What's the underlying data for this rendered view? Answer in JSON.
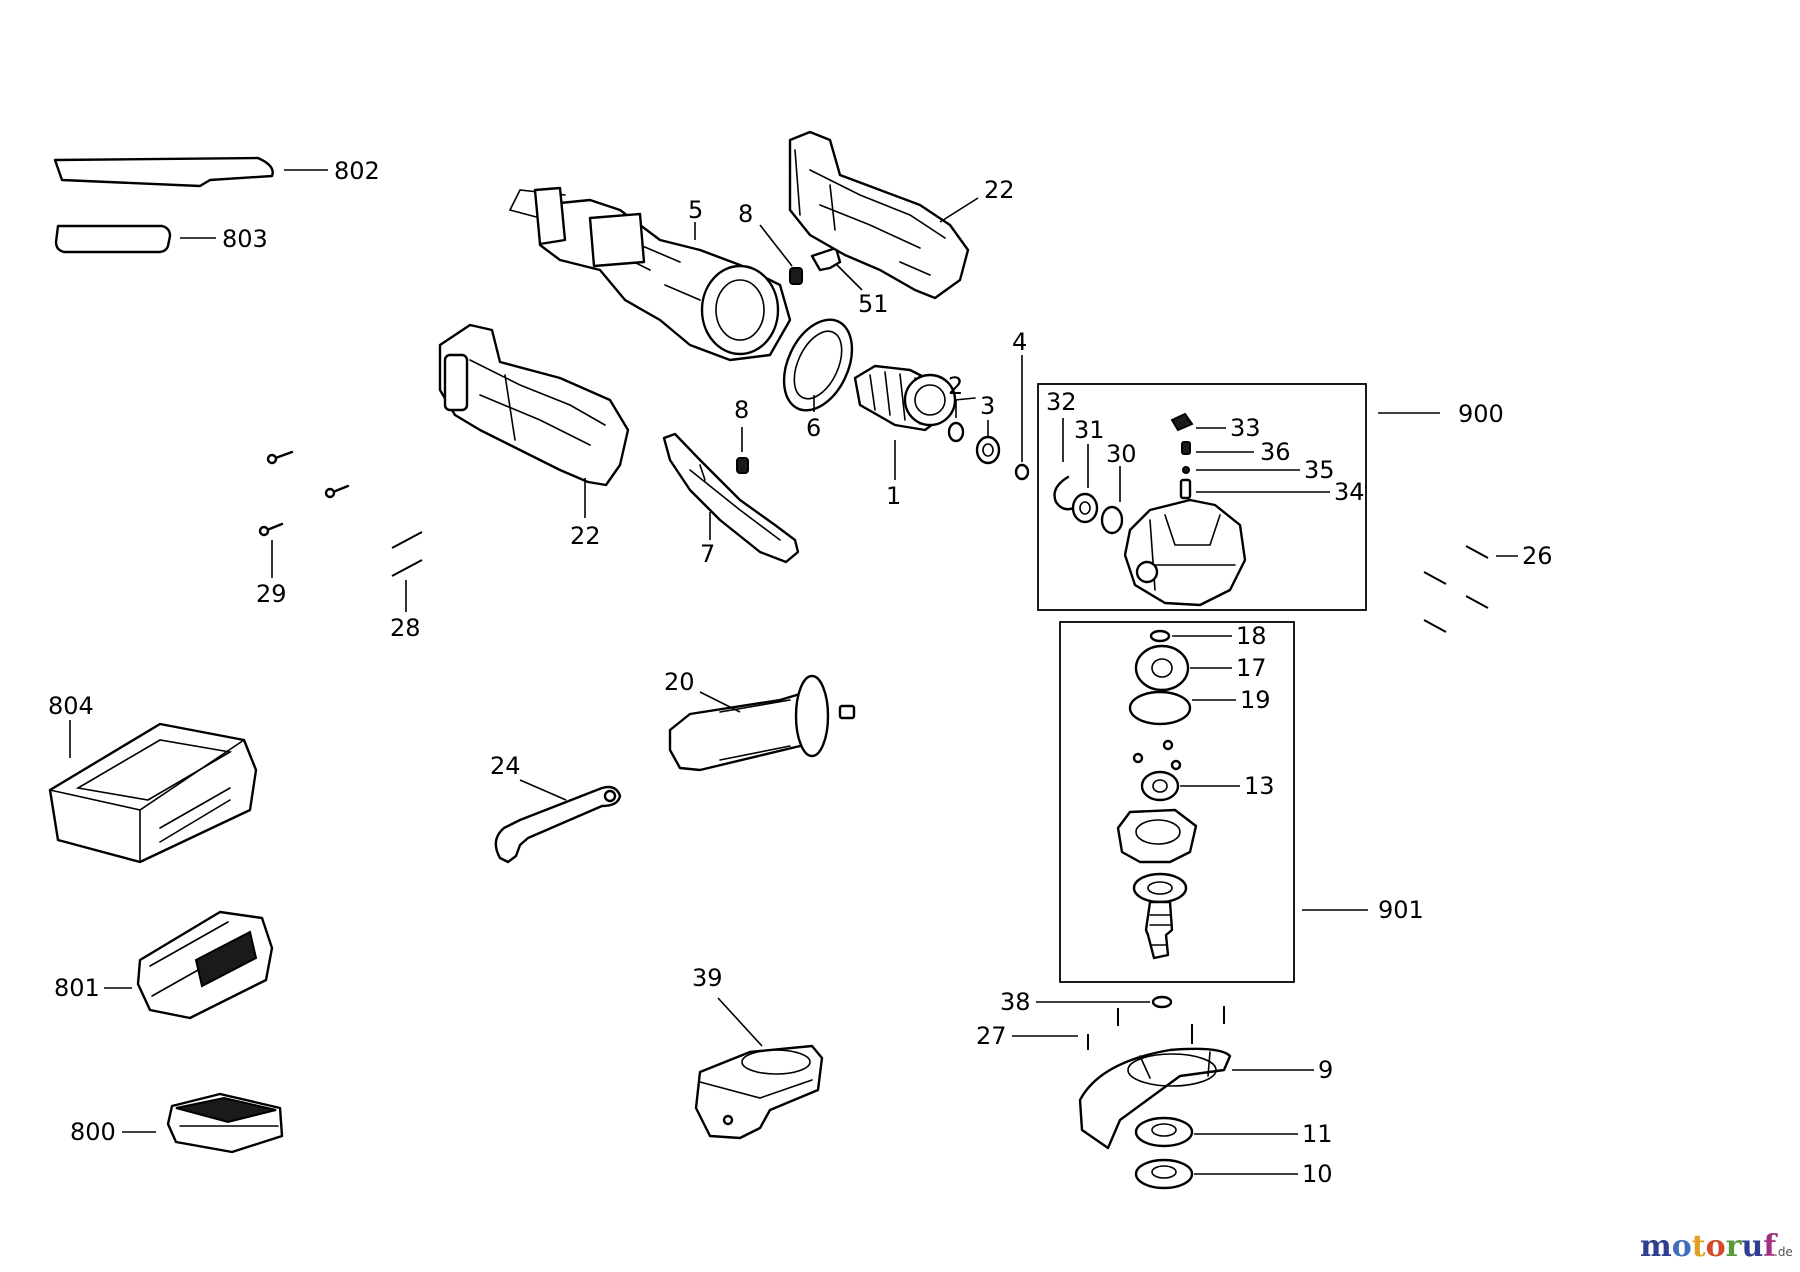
{
  "callouts": {
    "c802": "802",
    "c803": "803",
    "c5": "5",
    "c8a": "8",
    "c22a": "22",
    "c51": "51",
    "c4": "4",
    "c6": "6",
    "c2": "2",
    "c3": "3",
    "c1": "1",
    "c8b": "8",
    "c22b": "22",
    "c7": "7",
    "c29": "29",
    "c28": "28",
    "c32": "32",
    "c31": "31",
    "c30": "30",
    "c33": "33",
    "c36": "36",
    "c35": "35",
    "c34": "34",
    "c900": "900",
    "c26": "26",
    "c18": "18",
    "c17": "17",
    "c19": "19",
    "c13": "13",
    "c901": "901",
    "c804": "804",
    "c20": "20",
    "c24": "24",
    "c801": "801",
    "c39": "39",
    "c38": "38",
    "c27": "27",
    "c9": "9",
    "c11": "11",
    "c10": "10",
    "c800": "800"
  },
  "watermark": {
    "text": "motoruf",
    "suffix": ".de",
    "colors": [
      "#2f3f8f",
      "#3f6fb8",
      "#e0a020",
      "#d24a2a",
      "#5a9a3a",
      "#2f3f8f",
      "#a03080"
    ]
  }
}
